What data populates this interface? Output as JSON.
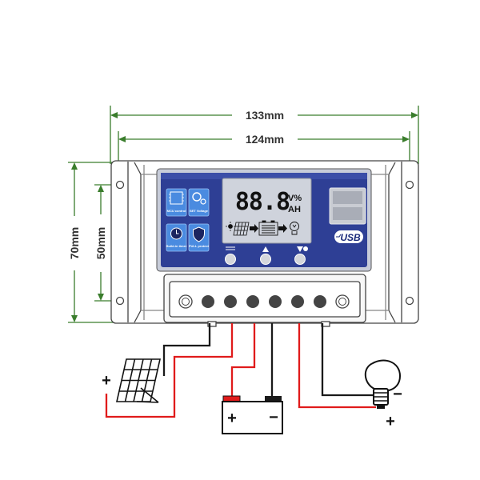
{
  "dimensions": {
    "overall_width": "133mm",
    "hole_spacing_width": "124mm",
    "overall_height": "70mm",
    "hole_spacing_height": "50mm"
  },
  "display": {
    "digits": "88.8",
    "unit_top": "V%",
    "unit_bottom": "AH"
  },
  "left_icons": {
    "mcu": "MCU control",
    "set_voltage": "SET Voltage",
    "timer": "Build-in timer",
    "protect": "FULL protect"
  },
  "usb_label": "USB",
  "polarity": {
    "panel_plus": "+",
    "battery_plus": "+",
    "battery_minus": "−",
    "bulb_minus": "−",
    "bulb_plus": "+"
  },
  "colors": {
    "dimension_lines": "#3a7d2c",
    "panel_face": "#2e3f95",
    "lcd": "#cfd3dc",
    "positive_wire": "#e01b1b",
    "negative_wire": "#1a1a1a"
  }
}
